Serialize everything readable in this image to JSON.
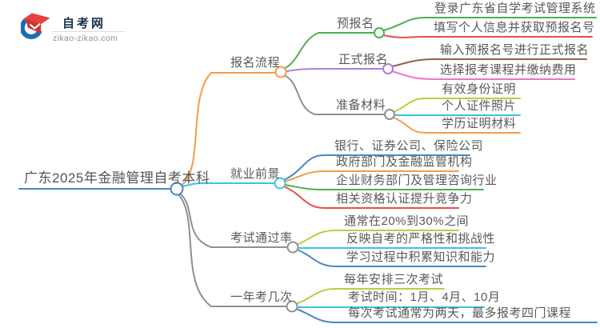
{
  "logo": {
    "site_name": "自考网",
    "site_url": "zikao-zikao.com"
  },
  "palette": {
    "blue": "#4a86c4",
    "cyan": "#38c4e4",
    "orange": "#f79a4a",
    "green": "#4cb050",
    "red": "#e5504a",
    "purple": "#a982d8",
    "brown": "#96604f",
    "pink": "#ee72c8",
    "yellow_green": "#c2ca41",
    "gray": "#909090",
    "text": "#595959",
    "logo_navy": "#17304c",
    "logo_red": "#e8403c",
    "logo_blue": "#1b6cb5"
  },
  "mindmap": {
    "root": {
      "label": "广东2025年金融管理自考本科",
      "color": "#4a86c4"
    },
    "branches": [
      {
        "label": "报名流程",
        "color": "#f79a4a",
        "children": [
          {
            "label": "预报名",
            "color": "#4cb050",
            "children": [
              {
                "label": "登录广东省自学考试管理系统",
                "color": "#4cb050"
              },
              {
                "label": "填写个人信息并获取预报名号",
                "color": "#e5504a"
              }
            ]
          },
          {
            "label": "正式报名",
            "color": "#a982d8",
            "children": [
              {
                "label": "输入预报名号进行正式报名",
                "color": "#96604f"
              },
              {
                "label": "选择报考课程并缴纳费用",
                "color": "#ee72c8"
              }
            ]
          },
          {
            "label": "准备材料",
            "color": "#909090",
            "children": [
              {
                "label": "有效身份证明",
                "color": "#c2ca41"
              },
              {
                "label": "个人证件照片",
                "color": "#38c4e4"
              },
              {
                "label": "学历证明材料",
                "color": "#f79a4a"
              }
            ]
          }
        ]
      },
      {
        "label": "就业前景",
        "color": "#38c4e4",
        "children": [
          {
            "label": "银行、证券公司、保险公司",
            "color": "#4a86c4"
          },
          {
            "label": "政府部门及金融监管机构",
            "color": "#f79a4a"
          },
          {
            "label": "企业财务部门及管理咨询行业",
            "color": "#4cb050"
          },
          {
            "label": "相关资格认证提升竞争力",
            "color": "#e5504a"
          }
        ]
      },
      {
        "label": "考试通过率",
        "color": "#909090",
        "children": [
          {
            "label": "通常在20%到30%之间",
            "color": "#c2ca41"
          },
          {
            "label": "反映自考的严格性和挑战性",
            "color": "#38c4e4"
          },
          {
            "label": "学习过程中积累知识和能力",
            "color": "#4a86c4"
          }
        ]
      },
      {
        "label": "一年考几次",
        "color": "#909090",
        "children": [
          {
            "label": "每年安排三次考试",
            "color": "#c2ca41"
          },
          {
            "label": "考试时间：1月、4月、10月",
            "color": "#38c4e4"
          },
          {
            "label": "每次考试通常为两天，最多报考四门课程",
            "color": "#4a86c4"
          }
        ]
      }
    ]
  }
}
